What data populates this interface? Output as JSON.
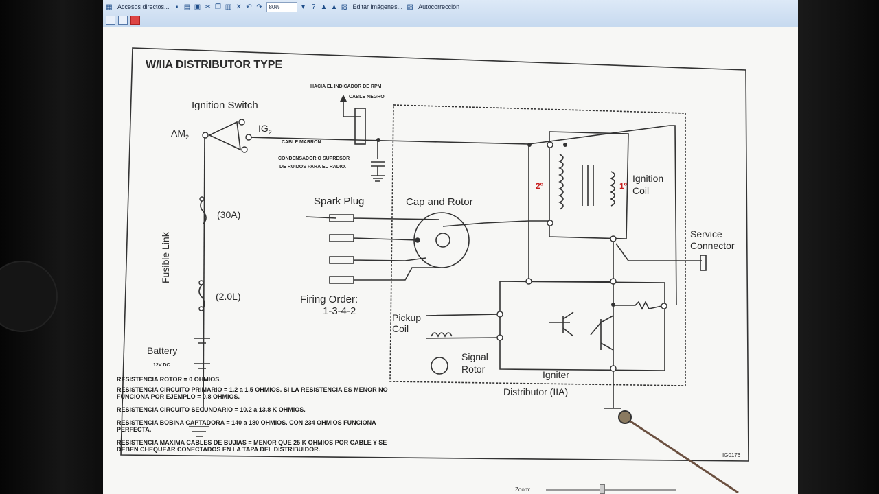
{
  "toolbar": {
    "shortcuts_label": "Accesos directos...",
    "zoom_value": "80%",
    "edit_images_label": "Editar imágenes...",
    "autocorrect_label": "Autocorrección"
  },
  "diagram": {
    "title": "W/IIA DISTRIBUTOR TYPE",
    "ignition_switch": "Ignition Switch",
    "am2": "AM",
    "am2_sub": "2",
    "ig2": "IG",
    "ig2_sub": "2",
    "rpm_indicator": "HACIA EL INDICADOR DE RPM",
    "black_cable": "CABLE NEGRO",
    "brown_cable": "CABLE MARRON",
    "capacitor_line1": "CONDENSADOR O SUPRESOR",
    "capacitor_line2": "DE RUIDOS PARA EL RADIO.",
    "spark_plug": "Spark Plug",
    "cap_rotor": "Cap and Rotor",
    "coil_2": "2º",
    "coil_1": "1º",
    "ignition_coil_1": "Ignition",
    "ignition_coil_2": "Coil",
    "fusible_link": "Fusible Link",
    "fuse_30a": "(30A)",
    "fuse_20l": "(2.0L)",
    "firing_order_1": "Firing Order:",
    "firing_order_2": "1-3-4-2",
    "service_connector_1": "Service",
    "service_connector_2": "Connector",
    "pickup_coil_1": "Pickup",
    "pickup_coil_2": "Coil",
    "signal_rotor_1": "Signal",
    "signal_rotor_2": "Rotor",
    "battery": "Battery",
    "battery_voltage": "12V DC",
    "igniter": "Igniter",
    "distributor": "Distributor (IIA)",
    "figure_code": "IG0176"
  },
  "notes": [
    "RESISTENCIA ROTOR = 0 OHMIOS.",
    "RESISTENCIA CIRCUITO PRIMARIO = 1.2 a 1.5 OHMIOS. SI LA RESISTENCIA ES MENOR NO FUNCIONA POR EJEMPLO = 0.8 OHMIOS.",
    "RESISTENCIA CIRCUITO SECUNDARIO = 10.2 a 13.8 K OHMIOS.",
    "RESISTENCIA BOBINA CAPTADORA = 140 a 180 OHMIOS. CON 234 OHMIOS FUNCIONA PERFECTA.",
    "RESISTENCIA MAXIMA CABLES DE BUJIAS = MENOR QUE 25 K OHMIOS POR CABLE Y SE DEBEN CHEQUEAR CONECTADOS EN LA TAPA DEL DISTRIBUIDOR."
  ],
  "statusbar": {
    "zoom_label": "Zoom:"
  },
  "colors": {
    "red_label": "#c81e1e",
    "line": "#333333"
  }
}
